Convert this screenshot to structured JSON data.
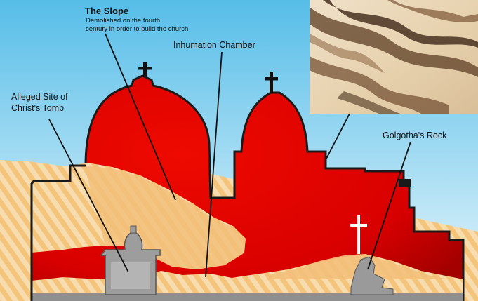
{
  "labels": {
    "slope_title": "The Slope",
    "slope_note_line1": "Demolished on the fourth",
    "slope_note_line2": "century in order to build the church",
    "inhumation": "Inhumation Chamber",
    "tomb_line1": "Alleged Site of",
    "tomb_line2": "Christ's Tomb",
    "golgotha": "Golgotha's Rock"
  },
  "colors": {
    "sky": "#62c3ea",
    "church_red": "#dd0000",
    "rock_tan": "#f3c47a",
    "stripe_light": "#f7dcb0",
    "stone_gray": "#9c9c9c",
    "outline": "#1a1a1a",
    "cross_white": "#ffffff"
  },
  "icons": {
    "church_cross": "cross-icon",
    "golgotha_cross": "cross-icon"
  }
}
